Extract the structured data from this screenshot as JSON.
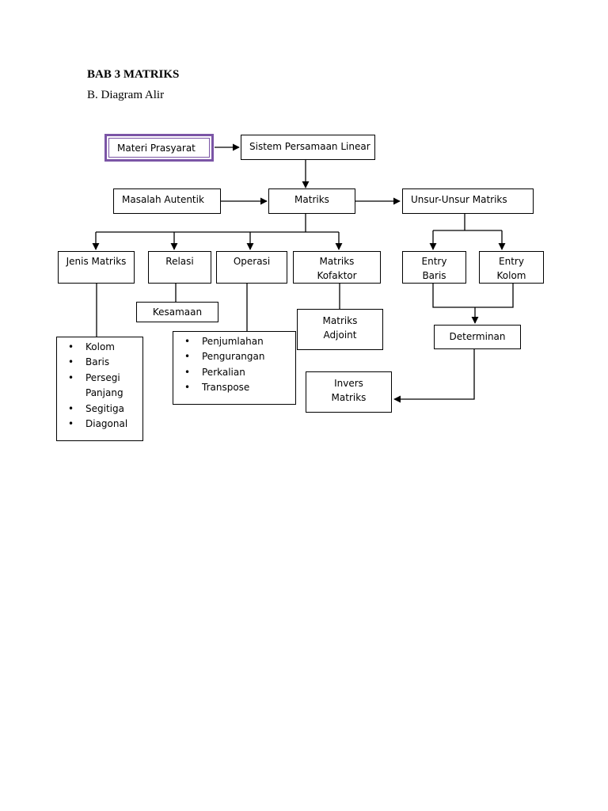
{
  "heading": "BAB 3 MATRIKS",
  "subheading": "B. Diagram Alir",
  "colors": {
    "prasyarat_border": "#7b55a6"
  },
  "nodes": {
    "materi_prasyarat": "Materi Prasyarat",
    "sistem_persamaan_linear": "Sistem Persamaan Linear",
    "masalah_autentik": "Masalah Autentik",
    "matriks": "Matriks",
    "unsur_unsur_matriks": "Unsur-Unsur Matriks",
    "jenis_matriks": "Jenis Matriks",
    "relasi": "Relasi",
    "operasi": "Operasi",
    "matriks_kofaktor": [
      "Matriks",
      "Kofaktor"
    ],
    "entry_baris": [
      "Entry",
      "Baris"
    ],
    "entry_kolom": [
      "Entry",
      "Kolom"
    ],
    "kesamaan": "Kesamaan",
    "matriks_adjoint": [
      "Matriks",
      "Adjoint"
    ],
    "determinan": "Determinan",
    "invers_matriks": [
      "Invers",
      "Matriks"
    ]
  },
  "jenis_list": [
    "Kolom",
    "Baris",
    "Persegi Panjang",
    "Segitiga",
    "Diagonal"
  ],
  "operasi_list": [
    "Penjumlahan",
    "Pengurangan",
    "Perkalian",
    "Transpose"
  ]
}
